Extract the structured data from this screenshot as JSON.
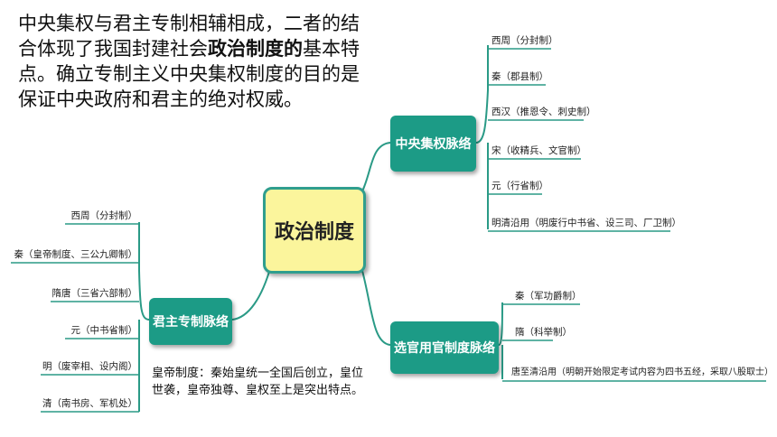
{
  "intro": {
    "part1": "中央集权与君主专制相辅相成，二者的结合体现了我国封建社会",
    "bold1": "政治制度的",
    "part2": "基本特点。确立专制主义中央集权制度的目的是保证中央政府和君主的绝对权威。"
  },
  "center": {
    "label": "政治制度"
  },
  "branches": {
    "central": {
      "label": "中央集权脉络",
      "items": [
        "西周（分封制）",
        "秦（郡县制）",
        "西汉（推恩令、刺史制）",
        "宋（收精兵、文官制）",
        "元（行省制）",
        "明清沿用（明废行中书省、设三司、厂卫制）"
      ]
    },
    "monarch": {
      "label": "君主专制脉络",
      "items": [
        "西周（分封制）",
        "秦（皇帝制度、三公九卿制）",
        "隋唐（三省六部制）",
        "元（中书省制）",
        "明（废宰相、设内阁）",
        "清（南书房、军机处）"
      ]
    },
    "selection": {
      "label": "选官用官制度脉络",
      "items": [
        "秦（军功爵制）",
        "隋（科举制）",
        "唐至清沿用（明朝开始限定考试内容为四书五经，采取八股取士）"
      ]
    }
  },
  "note": {
    "text": "皇帝制度：秦始皇统一全国后创立，皇位世袭，皇帝独尊、皇权至上是突出特点。"
  },
  "colors": {
    "branch": "#1c9b86",
    "center_fill": "#fbf59c",
    "center_border": "#2f9e8e",
    "line": "#2a9a86"
  }
}
